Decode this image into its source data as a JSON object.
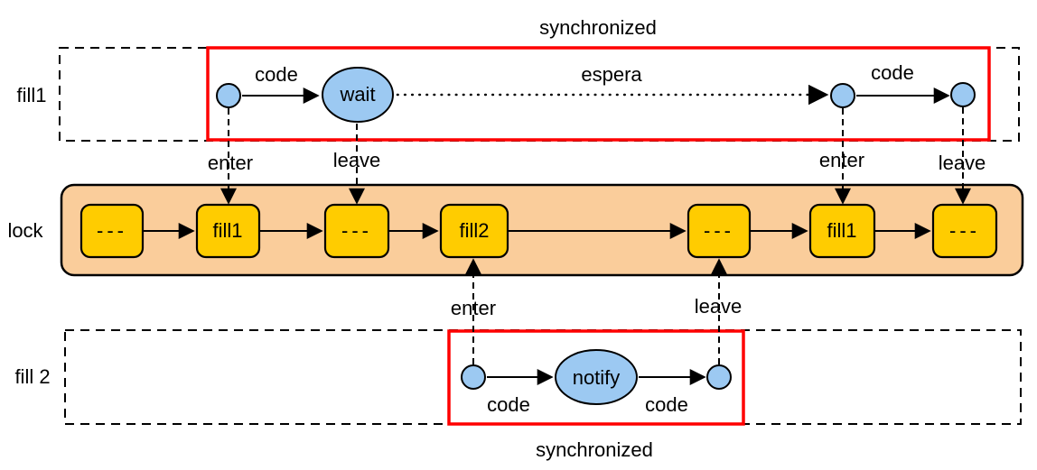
{
  "top_row": {
    "label": "fill1",
    "synchronized": "synchronized",
    "code_arrow1": "code",
    "wait_node": "wait",
    "espera_arrow": "espera",
    "code_arrow2": "code",
    "enter_left": "enter",
    "leave_left": "leave",
    "enter_right": "enter",
    "leave_right": "leave"
  },
  "lock_row": {
    "label": "lock",
    "queue": [
      {
        "label": "---"
      },
      {
        "label": "fill1"
      },
      {
        "label": "---"
      },
      {
        "label": "fill2"
      },
      {
        "label": "---"
      },
      {
        "label": "fill1"
      },
      {
        "label": "---"
      }
    ]
  },
  "bottom_row": {
    "label": "fill 2",
    "synchronized": "synchronized",
    "enter": "enter",
    "code_arrow1": "code",
    "notify_node": "notify",
    "code_arrow2": "code",
    "leave": "leave"
  },
  "colors": {
    "red": "#FF0000",
    "node_blue": "#9CC9F2",
    "queue_yellow": "#FFCC00",
    "lock_orange": "#FACD9B",
    "text_black": "#000000"
  }
}
